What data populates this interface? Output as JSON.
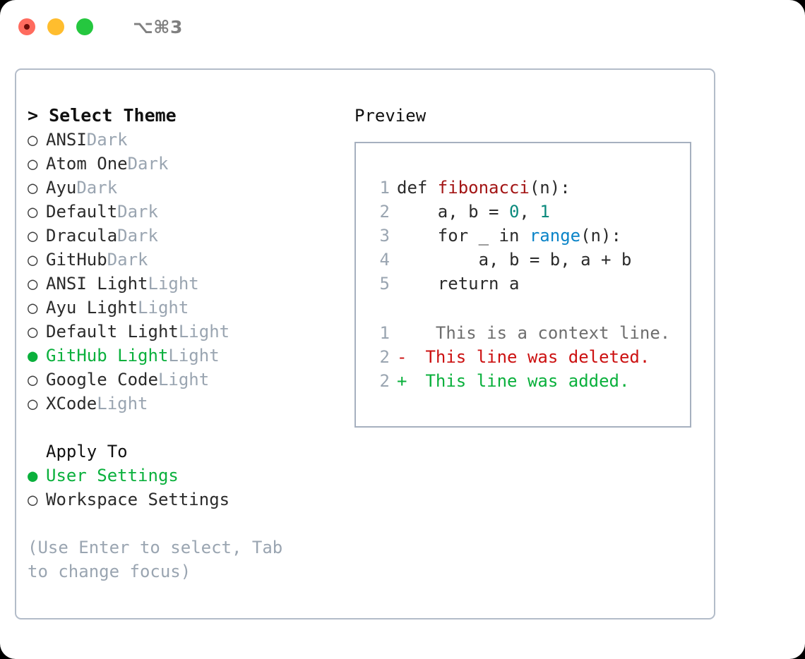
{
  "titlebar": {
    "shortcut": "⌥⌘3",
    "buttons": [
      {
        "name": "close",
        "color": "#ff6b5e"
      },
      {
        "name": "minimize",
        "color": "#ffbd2e"
      },
      {
        "name": "maximize",
        "color": "#25c73f"
      }
    ]
  },
  "theme_picker": {
    "heading": "> Select Theme",
    "items": [
      {
        "marker": "○",
        "label": "ANSI",
        "variant": "Dark",
        "selected": false
      },
      {
        "marker": "○",
        "label": "Atom One",
        "variant": "Dark",
        "selected": false
      },
      {
        "marker": "○",
        "label": "Ayu",
        "variant": "Dark",
        "selected": false
      },
      {
        "marker": "○",
        "label": "Default",
        "variant": "Dark",
        "selected": false
      },
      {
        "marker": "○",
        "label": "Dracula",
        "variant": "Dark",
        "selected": false
      },
      {
        "marker": "○",
        "label": "GitHub",
        "variant": "Dark",
        "selected": false
      },
      {
        "marker": "○",
        "label": "ANSI Light",
        "variant": "Light",
        "selected": false
      },
      {
        "marker": "○",
        "label": "Ayu Light",
        "variant": "Light",
        "selected": false
      },
      {
        "marker": "○",
        "label": "Default Light",
        "variant": "Light",
        "selected": false
      },
      {
        "marker": "●",
        "label": "GitHub Light",
        "variant": "Light",
        "selected": true
      },
      {
        "marker": "○",
        "label": "Google Code",
        "variant": "Light",
        "selected": false
      },
      {
        "marker": "○",
        "label": "XCode",
        "variant": "Light",
        "selected": false
      }
    ]
  },
  "apply_to": {
    "heading": "Apply To",
    "items": [
      {
        "marker": "●",
        "label": "User Settings",
        "selected": true
      },
      {
        "marker": "○",
        "label": "Workspace Settings",
        "selected": false
      }
    ]
  },
  "hint": "(Use Enter to select, Tab to change focus)",
  "preview": {
    "title": "Preview",
    "code": [
      {
        "lineno": "1",
        "tokens": [
          {
            "text": "def ",
            "kind": "plain"
          },
          {
            "text": "fibonacci",
            "kind": "fn"
          },
          {
            "text": "(n):",
            "kind": "plain"
          }
        ]
      },
      {
        "lineno": "2",
        "tokens": [
          {
            "text": "    a, b = ",
            "kind": "plain"
          },
          {
            "text": "0",
            "kind": "num"
          },
          {
            "text": ", ",
            "kind": "plain"
          },
          {
            "text": "1",
            "kind": "num"
          }
        ]
      },
      {
        "lineno": "3",
        "tokens": [
          {
            "text": "    for _ in ",
            "kind": "plain"
          },
          {
            "text": "range",
            "kind": "call"
          },
          {
            "text": "(n):",
            "kind": "plain"
          }
        ]
      },
      {
        "lineno": "4",
        "tokens": [
          {
            "text": "        a, b = b, a + b",
            "kind": "plain"
          }
        ]
      },
      {
        "lineno": "5",
        "tokens": [
          {
            "text": "    return a",
            "kind": "plain"
          }
        ]
      }
    ],
    "diff": [
      {
        "lineno": "1",
        "sign": " ",
        "text": "  This is a context line.",
        "kind": "context"
      },
      {
        "lineno": "2",
        "sign": "-",
        "text": " This line was deleted.",
        "kind": "deleted"
      },
      {
        "lineno": "2",
        "sign": "+",
        "text": " This line was added.",
        "kind": "added"
      }
    ]
  },
  "colors": {
    "selected_green": "#0ab03c",
    "muted_gray": "#9aa5b1",
    "diff_added": "#0ab03c",
    "diff_deleted": "#cc1111",
    "token_function": "#a31515",
    "token_number": "#0b8a7d",
    "token_call": "#0a84c8"
  }
}
